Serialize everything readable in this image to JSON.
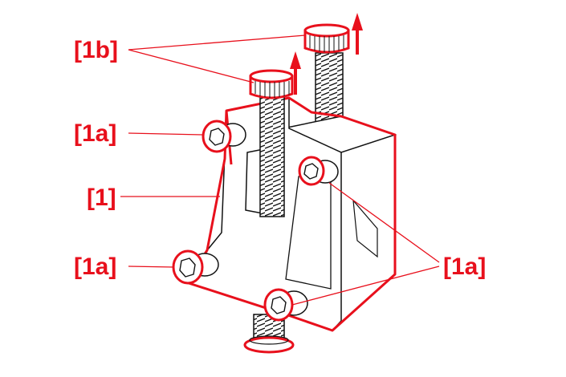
{
  "colors": {
    "accent": "#e8101c",
    "line": "#111111",
    "background": "#ffffff"
  },
  "labels": {
    "bolt": "[1b]",
    "screw_top_left": "[1a]",
    "part": "[1]",
    "screw_bottom_left": "[1a]",
    "screws_right": "[1a]"
  },
  "icons": [
    "up-arrow-icon",
    "up-arrow-icon"
  ]
}
